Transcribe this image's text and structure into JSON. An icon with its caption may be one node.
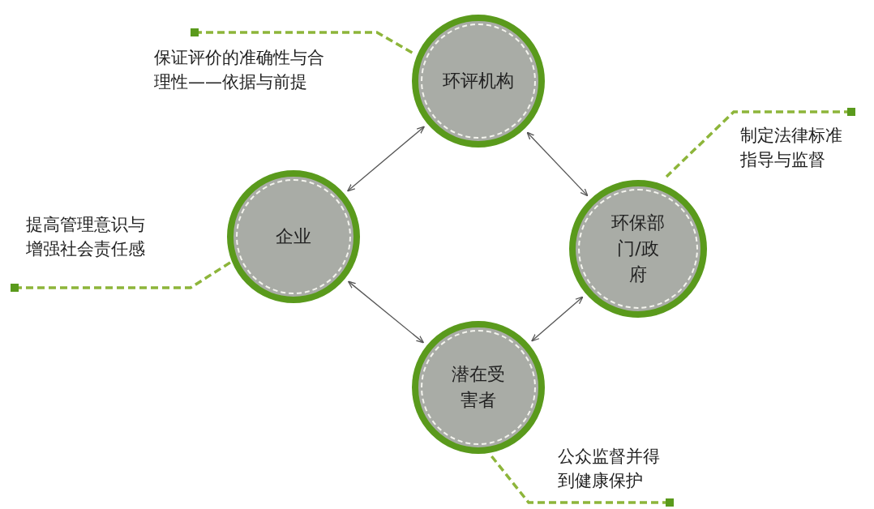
{
  "diagram": {
    "nodes": [
      {
        "text": [
          "环评机构"
        ]
      },
      {
        "text": [
          "企业"
        ]
      },
      {
        "text": [
          "环保部门/政府"
        ]
      },
      {
        "text": [
          "潜在受害者"
        ]
      },
      {
        "text": [
          "保证评价的准确性与合理性——依据与前提"
        ]
      },
      {
        "text": [
          "制定法律标准指导与监督"
        ]
      },
      {
        "text": [
          "提高管理意识与增强社会责任感"
        ]
      },
      {
        "text": [
          "公众监督并得到健康保护"
        ]
      }
    ],
    "edges": [
      {
        "from": 0,
        "to": 1,
        "arrow": "both"
      },
      {
        "from": 0,
        "to": 2,
        "arrow": "both"
      },
      {
        "from": 1,
        "to": 3,
        "arrow": "both"
      },
      {
        "from": 2,
        "to": 3,
        "arrow": "both"
      },
      {
        "from": 4,
        "to": 0,
        "arrow": "other",
        "style": "dashed",
        "color": "#8db53a"
      },
      {
        "from": 5,
        "to": 2,
        "arrow": "other",
        "style": "dashed",
        "color": "#8db53a"
      },
      {
        "from": 6,
        "to": 1,
        "arrow": "other",
        "style": "dashed",
        "color": "#8db53a"
      },
      {
        "from": 7,
        "to": 3,
        "arrow": "other",
        "style": "dashed",
        "color": "#8db53a"
      }
    ]
  }
}
